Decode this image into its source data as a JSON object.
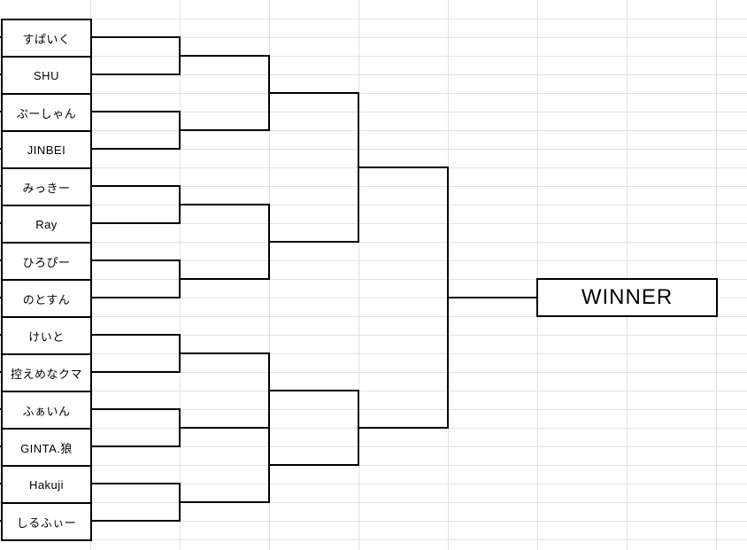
{
  "sheet": {
    "winner_label": "WINNER",
    "players": [
      "すぱいく",
      "SHU",
      "ぷーしゃん",
      "JINBEI",
      "みっきー",
      "Ray",
      "ひろぴー",
      "のとすん",
      "けいと",
      "控えめなクマ",
      "ふぁいん",
      "GINTA.狼",
      "Hakuji",
      "しるふぃー"
    ],
    "round1_matches": [
      [
        "すぱいく",
        "SHU"
      ],
      [
        "ぷーしゃん",
        "JINBEI"
      ],
      [
        "みっきー",
        "Ray"
      ],
      [
        "ひろぴー",
        "のとすん"
      ],
      [
        "けいと",
        "控えめなクマ"
      ],
      [
        "ふぁいん",
        "GINTA.狼"
      ],
      [
        "Hakuji",
        "しるふぃー"
      ]
    ]
  },
  "colors": {
    "gridline": "#e2e2e2",
    "bracket_line": "#000000",
    "background": "#ffffff",
    "text": "#000000"
  }
}
